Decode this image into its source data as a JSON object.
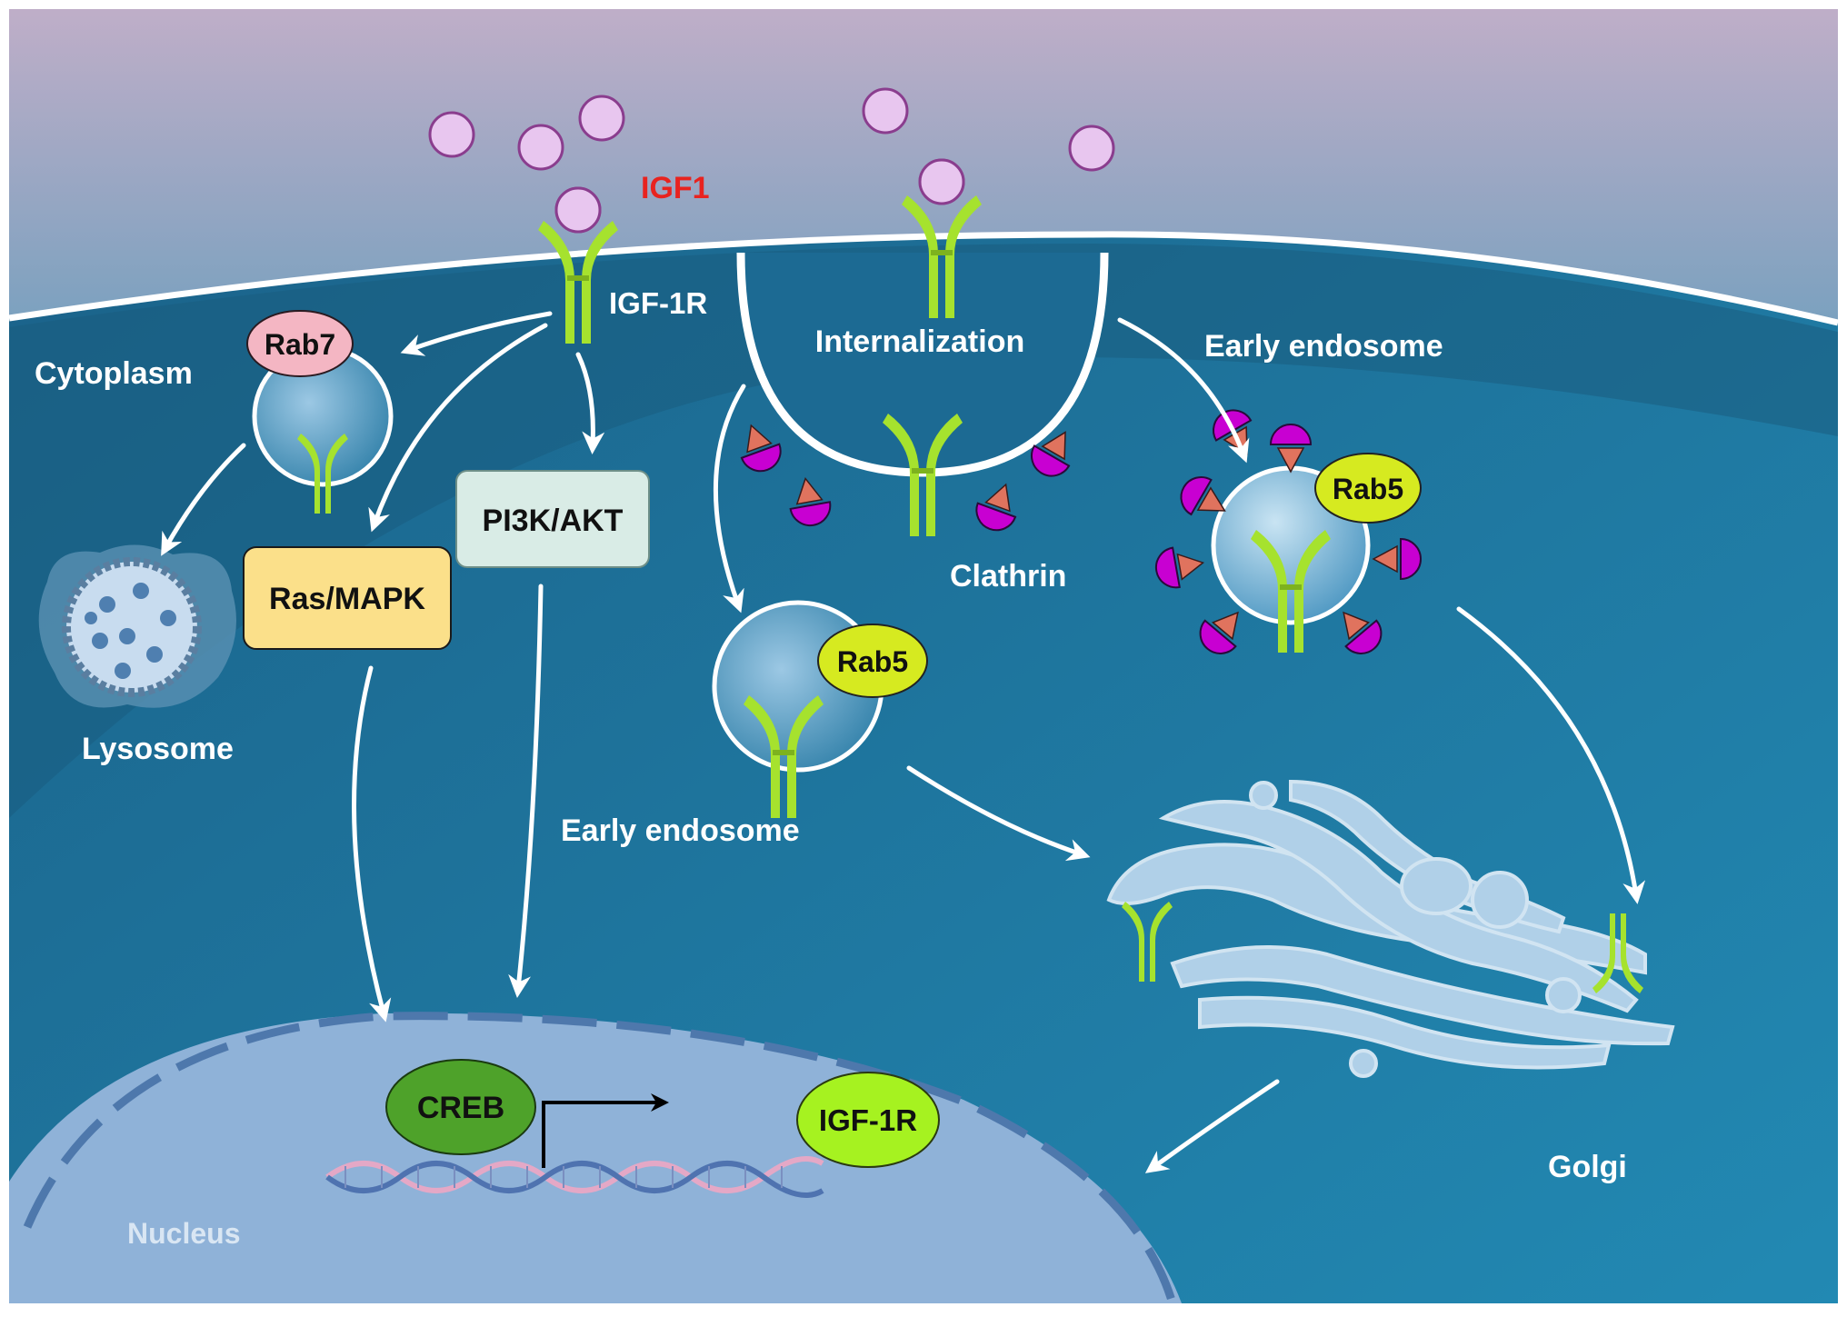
{
  "labels": {
    "igf1": "IGF1",
    "igf1r_membrane": "IGF-1R",
    "cytoplasm": "Cytoplasm",
    "rab7": "Rab7",
    "lysosome": "Lysosome",
    "ras_mapk": "Ras/MAPK",
    "pi3k_akt": "PI3K/AKT",
    "internalization": "Internalization",
    "clathrin": "Clathrin",
    "early_endosome_right": "Early endosome",
    "early_endosome_center": "Early endosome",
    "rab5_center": "Rab5",
    "rab5_right": "Rab5",
    "golgi": "Golgi",
    "creb": "CREB",
    "igf1r_nucleus": "IGF-1R",
    "nucleus": "Nucleus"
  },
  "colors": {
    "extracellular_top": "#b9a9c3",
    "extracellular_bottom": "#7ea3c0",
    "cytoplasm": "#1d6b93",
    "nucleus": "#8fb2d8",
    "receptor": "#a6e22e",
    "ligand": "#e8c6ef",
    "ligand_stroke": "#8a3d8e",
    "igf1_text": "#e8231f",
    "rab7": "#f4b6c3",
    "rab5": "#d6ea20",
    "ras_mapk_box": "#fbe08a",
    "pi3k_box": "#d9ece6",
    "creb": "#4ea22a",
    "igf1r_nucleus": "#a6f220",
    "clathrin_cup": "#c800d2",
    "clathrin_tri": "#e0735e"
  }
}
